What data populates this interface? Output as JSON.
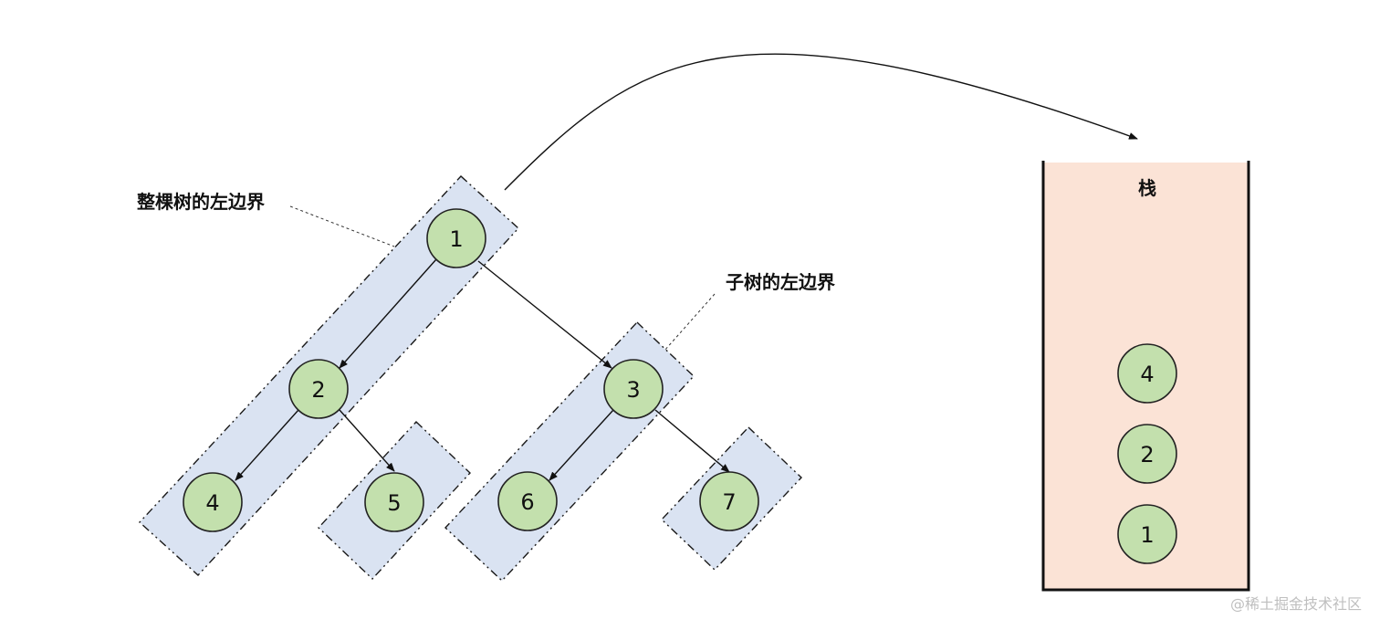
{
  "labels": {
    "whole_tree_left_boundary": "整棵树的左边界",
    "subtree_left_boundary": "子树的左边界"
  },
  "tree": {
    "nodes": [
      {
        "id": "n1",
        "label": "1"
      },
      {
        "id": "n2",
        "label": "2"
      },
      {
        "id": "n3",
        "label": "3"
      },
      {
        "id": "n4",
        "label": "4"
      },
      {
        "id": "n5",
        "label": "5"
      },
      {
        "id": "n6",
        "label": "6"
      },
      {
        "id": "n7",
        "label": "7"
      }
    ],
    "edges": [
      {
        "from": "1",
        "to": "2"
      },
      {
        "from": "1",
        "to": "3"
      },
      {
        "from": "2",
        "to": "4"
      },
      {
        "from": "2",
        "to": "5"
      },
      {
        "from": "3",
        "to": "6"
      },
      {
        "from": "3",
        "to": "7"
      }
    ]
  },
  "stack": {
    "title": "栈",
    "items": [
      "4",
      "2",
      "1"
    ]
  },
  "watermark": "@稀土掘金技术社区",
  "colors": {
    "node_fill": "#c3e0ad",
    "band_fill": "#dae3f2",
    "stack_fill": "#fbe3d6"
  }
}
